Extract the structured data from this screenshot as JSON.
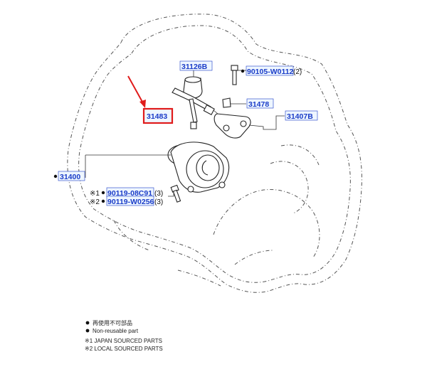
{
  "parts": {
    "p31126B": "31126B",
    "p90105": "90105-W0112",
    "p90105_qty": "(2)",
    "p31478": "31478",
    "p31407B": "31407B",
    "p31483": "31483",
    "p31400": "31400",
    "p9011908": "90119-08C91",
    "p9011908_qty": "(3)",
    "p9011908_mark": "※1",
    "p90119W": "90119-W0256",
    "p90119W_qty": "(3)",
    "p90119W_mark": "※2"
  },
  "legend": {
    "nonreusable_jp": "再使用不可部品",
    "nonreusable_en": "Non-reusable part",
    "note1": "※1 JAPAN SOURCED PARTS",
    "note2": "※2 LOCAL SOURCED PARTS"
  },
  "colors": {
    "part_number": "#1a3cc8",
    "highlight": "#e01b1b"
  }
}
